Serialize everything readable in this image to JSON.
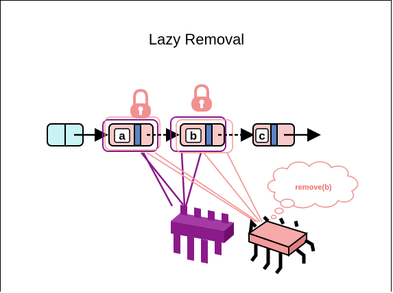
{
  "slide": {
    "title": "Lazy Removal"
  },
  "nodes": [
    {
      "id": "head",
      "label": ""
    },
    {
      "id": "a",
      "label": "a"
    },
    {
      "id": "b",
      "label": "b"
    },
    {
      "id": "c",
      "label": "c"
    }
  ],
  "thought_bubble": {
    "text": "remove(b)"
  },
  "colors": {
    "head_fill": "#c9f4f6",
    "node_fill": "#f8c9c9",
    "mark_bar": "#5b84c4",
    "purple": "#8b1a8b",
    "pink": "#f49a9a",
    "lock": "#f29090",
    "thought_text": "#ef6b6b"
  },
  "icons": [
    "lock-icon",
    "lock-icon",
    "purple-thread-chip",
    "pink-thread-chip",
    "thought-cloud"
  ]
}
